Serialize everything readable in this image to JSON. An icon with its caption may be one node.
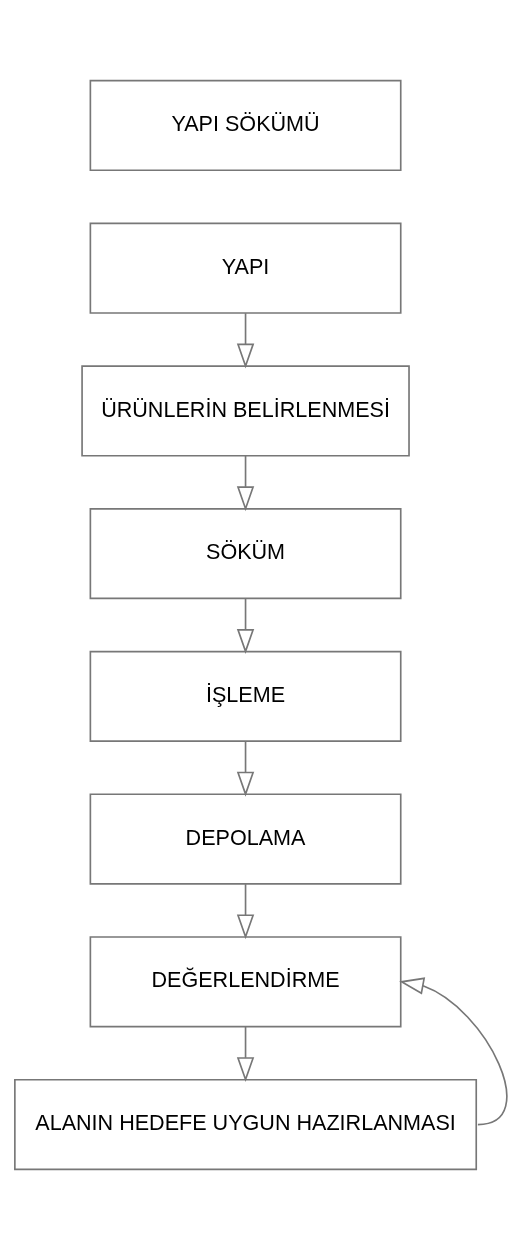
{
  "diagram": {
    "nodes": [
      {
        "text": [
          "YAPI SÖKÜMÜ"
        ]
      },
      {
        "text": [
          "YAPI"
        ]
      },
      {
        "text": [
          "ÜRÜNLERİN BELİRLENMESİ"
        ]
      },
      {
        "text": [
          "SÖKÜM"
        ]
      },
      {
        "text": [
          "İŞLEME"
        ]
      },
      {
        "text": [
          "DEPOLAMA"
        ]
      },
      {
        "text": [
          "DEĞERLENDİRME"
        ]
      },
      {
        "text": [
          "ALANIN HEDEFE UYGUN HAZIRLANMASI"
        ]
      }
    ],
    "edges": [
      {
        "from": 1,
        "to": 2,
        "arrow": "to"
      },
      {
        "from": 2,
        "to": 3,
        "arrow": "to"
      },
      {
        "from": 3,
        "to": 4,
        "arrow": "to"
      },
      {
        "from": 4,
        "to": 5,
        "arrow": "to"
      },
      {
        "from": 5,
        "to": 6,
        "arrow": "to"
      },
      {
        "from": 6,
        "to": 7,
        "arrow": "to"
      },
      {
        "from": 7,
        "to": 6,
        "arrow": "to"
      }
    ]
  }
}
